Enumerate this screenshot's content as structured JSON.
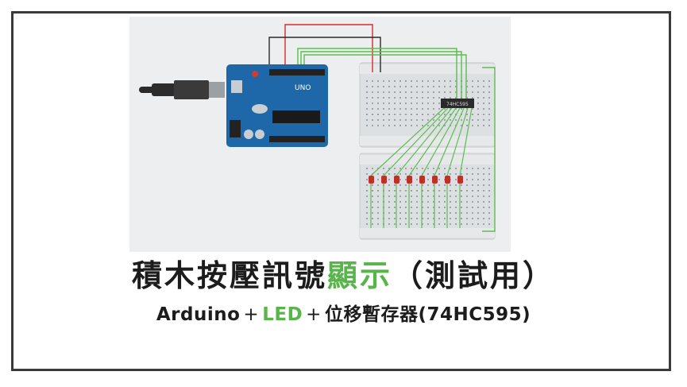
{
  "colors": {
    "accent": "#57b54a",
    "text": "#1c1c1c",
    "board": "#1e67a8",
    "wire_red": "#d62b2b",
    "wire_green": "#5cbd4f",
    "led": "#c0302b"
  },
  "title": {
    "part1": "積木按壓訊號",
    "accent": "顯示",
    "part2": "（測試用）"
  },
  "subtitle": {
    "part1": "Arduino",
    "plus1": "+",
    "accent": "LED",
    "plus2": "+",
    "part2": "位移暫存器(74HC595)"
  },
  "diagram": {
    "board_label": "UNO",
    "chip_label": "74HC595"
  }
}
